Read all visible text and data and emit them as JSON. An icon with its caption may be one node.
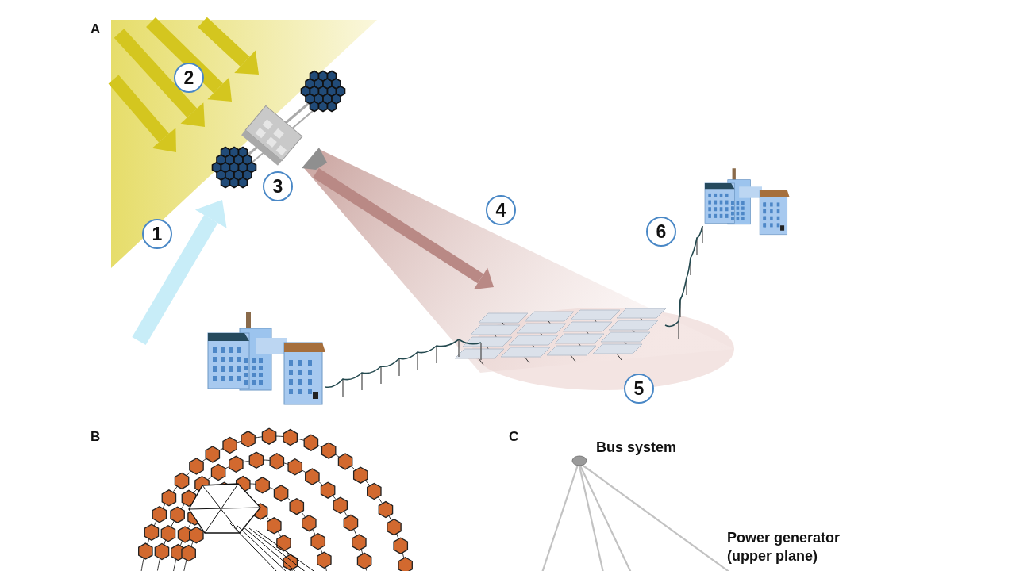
{
  "diagram": {
    "nodes": [
      {
        "text": [
          "2"
        ]
      },
      {
        "text": [
          "3"
        ]
      },
      {
        "text": [
          "4"
        ]
      },
      {
        "text": [
          "6"
        ]
      },
      {
        "text": [
          "1"
        ]
      },
      {
        "text": [
          "5"
        ]
      }
    ],
    "labels": [
      "A",
      "B",
      "C",
      "Bus system",
      "Power generator (upper plane)"
    ]
  }
}
